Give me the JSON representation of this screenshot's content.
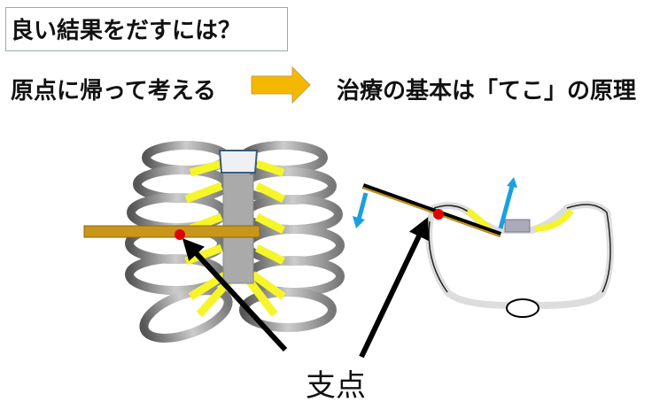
{
  "title": "良い結果をだすには？",
  "left_text": "原点に帰って考える",
  "right_text": "治療の基本は「てこ」の原理",
  "fulcrum_label": "支点",
  "colors": {
    "arrow": "#f5b800",
    "lever": "#c8961a",
    "fulcrum": "#e00000",
    "force": "#1aa0e0",
    "cartilage": "#f5f52a"
  }
}
